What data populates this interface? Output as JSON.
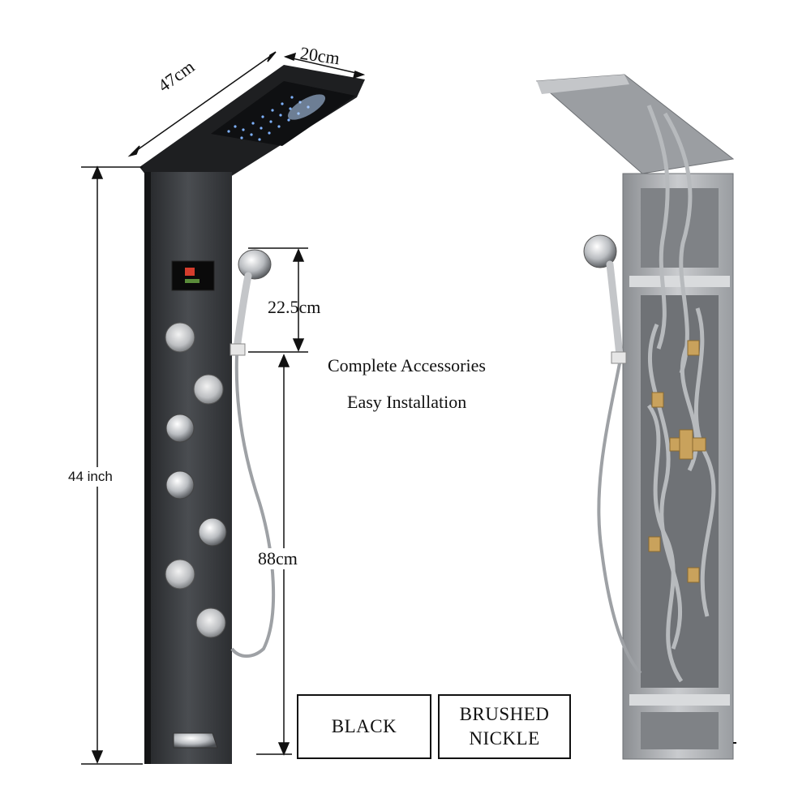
{
  "dimensions": {
    "width_top": "47cm",
    "depth_top": "20cm",
    "total_height": "44 inch",
    "handset_height": "22.5cm",
    "hose_height": "88cm"
  },
  "features": [
    "Complete Accessories",
    "Easy Installation"
  ],
  "finishes": [
    {
      "label": "BLACK"
    },
    {
      "label": "BRUSHED\nNICKLE"
    }
  ],
  "colors": {
    "black_panel": "#3a3d41",
    "nickel_panel": "#a9acb0",
    "led_blue": "#7fb2ff",
    "brass": "#c9a25c"
  }
}
